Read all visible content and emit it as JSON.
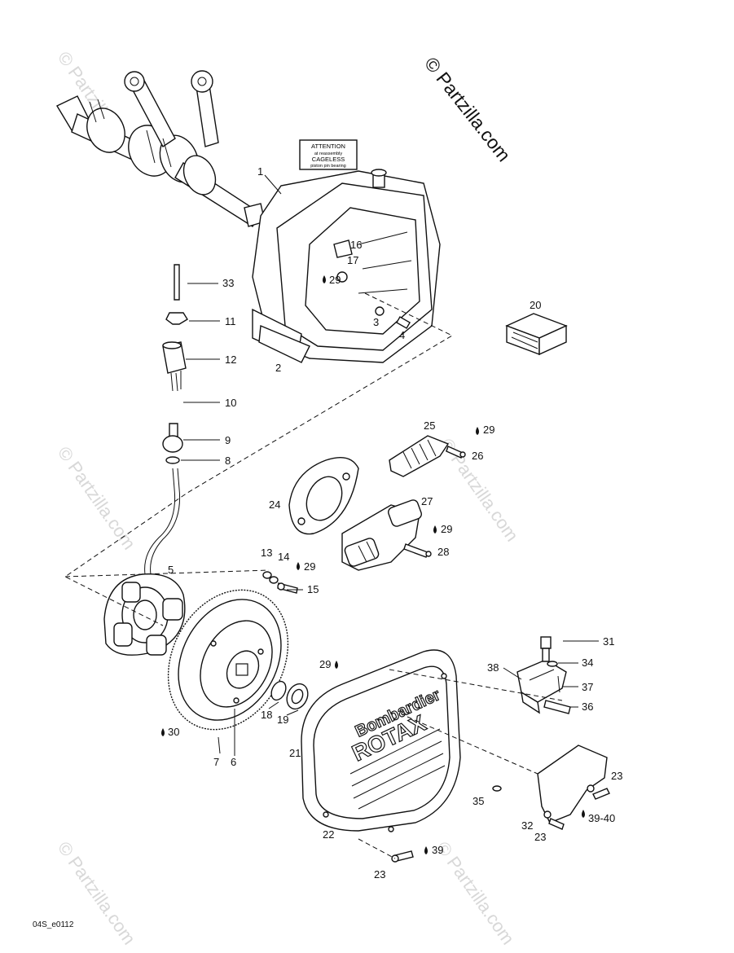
{
  "watermark": {
    "main": "© Partzilla.com",
    "faint": "© Partzilla.com"
  },
  "decal": {
    "line1": "ATTENTION",
    "line2": "at reassembly",
    "line3": "CAGELESS",
    "line4": "piston pin bearing"
  },
  "cover_logo": {
    "line1": "Bombardier",
    "line2": "ROTAX"
  },
  "diagram_code": "04S_e0112",
  "callouts": {
    "c1": "1",
    "c2": "2",
    "c3": "3",
    "c4": "4",
    "c5": "5",
    "c6": "6",
    "c7": "7",
    "c8": "8",
    "c9": "9",
    "c10": "10",
    "c11": "11",
    "c12": "12",
    "c13": "13",
    "c14": "14",
    "c15": "15",
    "c16": "16",
    "c17": "17",
    "c18": "18",
    "c19": "19",
    "c20": "20",
    "c21": "21",
    "c22": "22",
    "c23a": "23",
    "c23b": "23",
    "c23c": "23",
    "c24": "24",
    "c25": "25",
    "c26": "26",
    "c27": "27",
    "c28": "28",
    "c29a": "29",
    "c29b": "29",
    "c29c": "29",
    "c29d": "29",
    "c29e": "29",
    "c30": "30",
    "c31": "31",
    "c32": "32",
    "c33": "33",
    "c34": "34",
    "c35": "35",
    "c36": "36",
    "c37": "37",
    "c38": "38",
    "c39": "39",
    "c3940": "39-40"
  }
}
